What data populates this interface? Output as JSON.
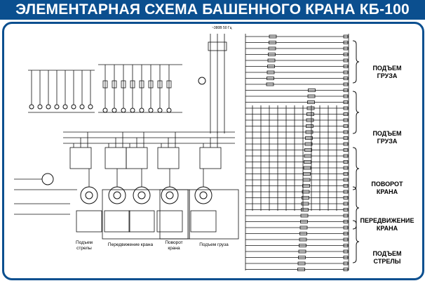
{
  "title": "ЭЛЕМЕНТАРНАЯ СХЕМА БАШЕННОГО КРАНА КБ-100",
  "supply_label": "~380В 50 Гц",
  "section_labels": [
    {
      "line1": "ПОДЪЕМ",
      "line2": "ГРУЗА"
    },
    {
      "line1": "ПОДЪЕМ",
      "line2": "ГРУЗА"
    },
    {
      "line1": "ПОВОРОТ",
      "line2": "КРАНА"
    },
    {
      "line1": "ПЕРЕДВИЖЕНИЕ",
      "line2": "КРАНА"
    },
    {
      "line1": "ПОДЪЕМ",
      "line2": "СТРЕЛЫ"
    }
  ],
  "bottom_labels": [
    {
      "line1": "Подъем",
      "line2": "стрелы"
    },
    {
      "line1": "Передвижение крана",
      "line2": ""
    },
    {
      "line1": "Поворот",
      "line2": "крана"
    },
    {
      "line1": "Подъем груза",
      "line2": ""
    }
  ],
  "colors": {
    "accent": "#0b4f8f",
    "line": "#111111"
  }
}
